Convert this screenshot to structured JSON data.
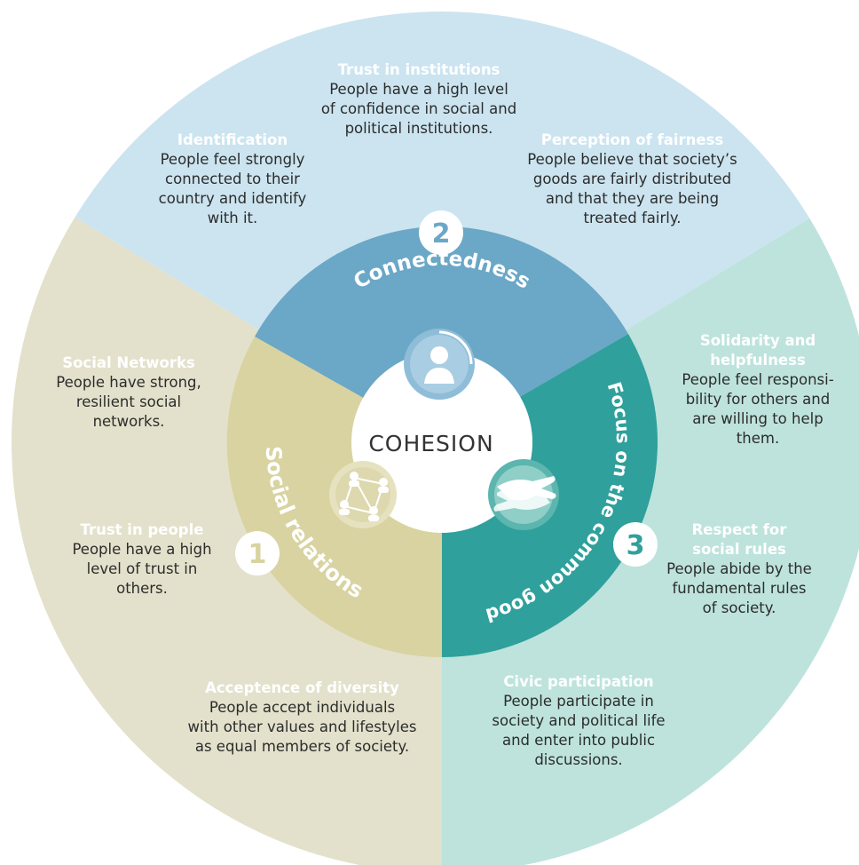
{
  "center": {
    "label": "COHESION"
  },
  "segments": [
    {
      "number": "2",
      "label": "Connectedness",
      "color": "#6ba7c6"
    },
    {
      "number": "3",
      "label": "Focus on the common good",
      "color": "#2fa09b"
    },
    {
      "number": "1",
      "label": "Social relations",
      "color": "#d8d3a1"
    }
  ],
  "outer_colors": {
    "connectedness": "#cbe4f0",
    "common_good": "#bde3dc",
    "social": "#e3e1cb"
  },
  "icons": {
    "connectedness": "person-icon",
    "social": "network-icon",
    "common_good": "hands-icon"
  },
  "blocks": [
    {
      "heading": "Trust in institutions",
      "text": "People have a high level\nof confidence in social and\npolitical institutions."
    },
    {
      "heading": "Identification",
      "text": "People feel strongly\nconnected to their\ncountry and identify\nwith it."
    },
    {
      "heading": "Perception of fairness",
      "text": "People believe that society’s\ngoods are fairly distributed\nand that they are being\ntreated fairly."
    },
    {
      "heading": "Social Networks",
      "text": "People have strong,\nresilient social\nnetworks."
    },
    {
      "heading": "Trust in people",
      "text": "People have a high\nlevel of trust in\nothers."
    },
    {
      "heading": "Acceptence of diversity",
      "text": "People accept individuals\nwith other values and lifestyles\nas equal members of society."
    },
    {
      "heading": "Solidarity and\nhelpfulness",
      "text": "People feel responsi-\nbility for others and\nare willing to help\nthem."
    },
    {
      "heading": "Respect for\nsocial rules",
      "text": "People abide by the\nfundamental rules\nof society."
    },
    {
      "heading": "Civic participation",
      "text": "People participate in\nsociety and political life\nand enter into public\ndiscussions."
    }
  ]
}
